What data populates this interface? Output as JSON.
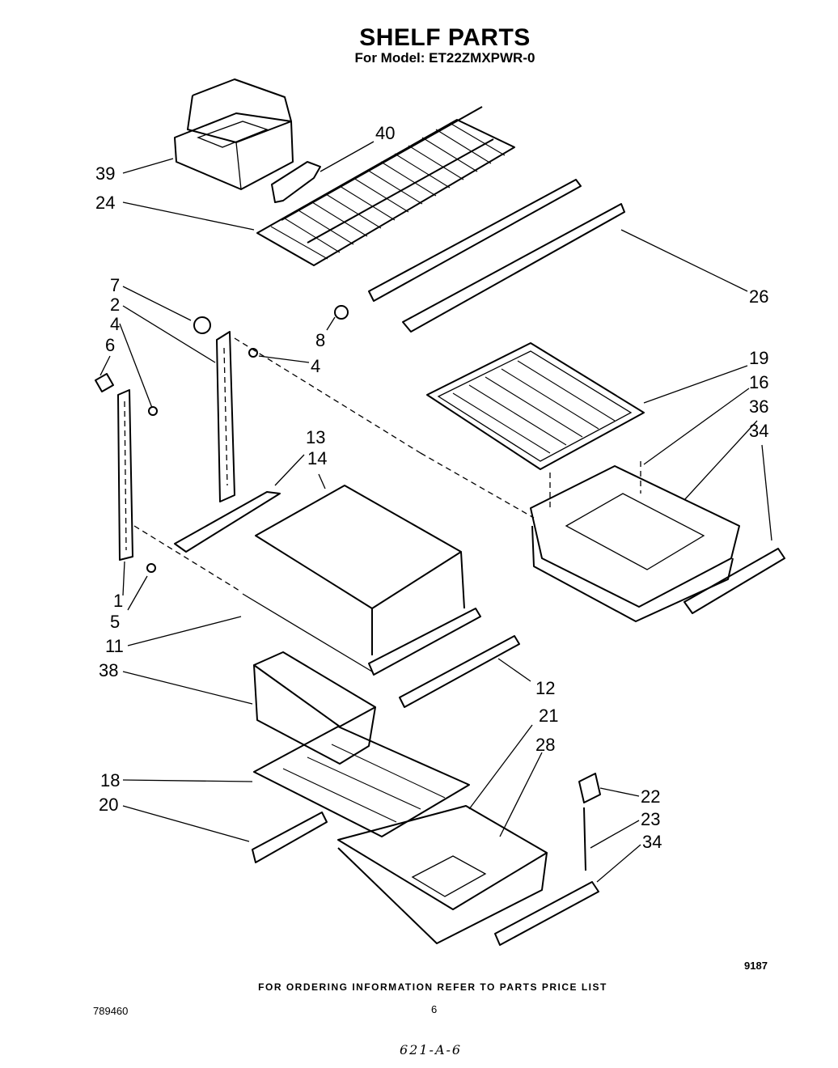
{
  "title": "SHELF PARTS",
  "subtitle": "For Model: ET22ZMXPWR-0",
  "callouts": {
    "c39": "39",
    "c40": "40",
    "c24": "24",
    "c26": "26",
    "c7": "7",
    "c2": "2",
    "c4a": "4",
    "c6": "6",
    "c4b": "4",
    "c8": "8",
    "c13": "13",
    "c14": "14",
    "c1": "1",
    "c5": "5",
    "c11": "11",
    "c12": "12",
    "c19": "19",
    "c16": "16",
    "c36": "36",
    "c34a": "34",
    "c38": "38",
    "c21": "21",
    "c28": "28",
    "c18": "18",
    "c20": "20",
    "c22": "22",
    "c23": "23",
    "c34b": "34"
  },
  "footer": {
    "code": "9187",
    "ordering_note": "FOR ORDERING INFORMATION REFER TO PARTS PRICE LIST",
    "doc_number": "789460",
    "page_number": "6",
    "handwritten": "621-A-6"
  }
}
